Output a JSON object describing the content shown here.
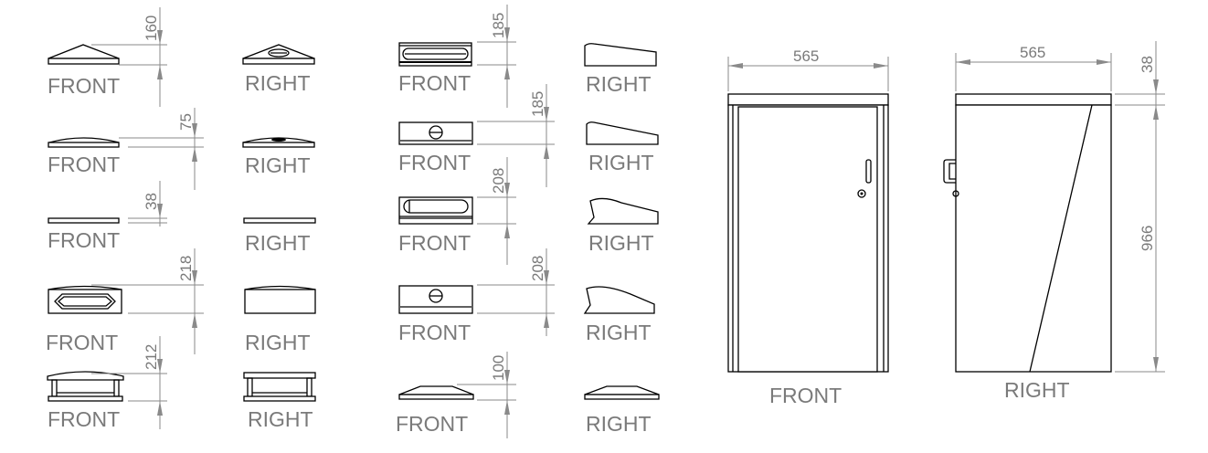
{
  "labels": {
    "front": "FRONT",
    "right": "RIGHT"
  },
  "dimensions": {
    "c1r1": "160",
    "c1r2": "75",
    "c1r3": "38",
    "c1r4": "218",
    "c1r5": "212",
    "c2r1": "185",
    "c2r2": "185",
    "c2r3": "208",
    "c2r4": "208",
    "c2r5": "100",
    "cabinet_front_width": "565",
    "cabinet_right_width": "565",
    "cabinet_top_height": "38",
    "cabinet_body_height": "966"
  }
}
